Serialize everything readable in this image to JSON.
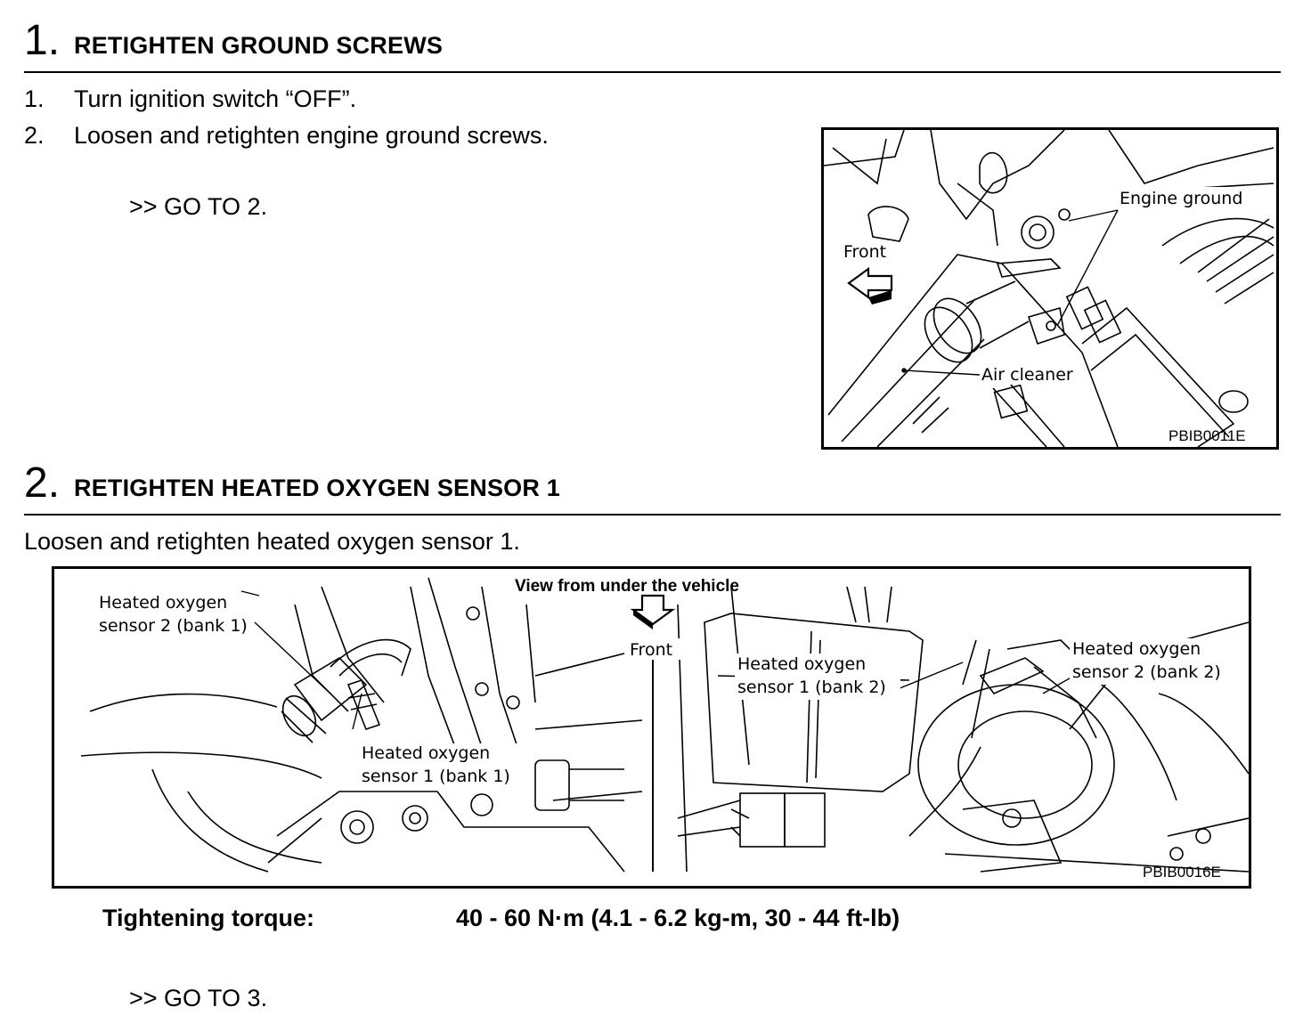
{
  "step1": {
    "number": "1.",
    "title": "RETIGHTEN GROUND SCREWS",
    "items": [
      {
        "num": "1.",
        "text": "Turn ignition switch “OFF”."
      },
      {
        "num": "2.",
        "text": "Loosen and retighten engine ground screws."
      }
    ],
    "goto": ">> GO TO 2.",
    "figure": {
      "labels": {
        "engine_ground": "Engine ground",
        "front": "Front",
        "air_cleaner": "Air cleaner"
      },
      "code": "PBIB0011E"
    }
  },
  "step2": {
    "number": "2.",
    "title": "RETIGHTEN HEATED OXYGEN SENSOR 1",
    "instruction": "Loosen and retighten heated oxygen sensor 1.",
    "figure": {
      "labels": {
        "view": "View from under the vehicle",
        "front": "Front",
        "s2b1_line1": "Heated oxygen",
        "s2b1_line2": "sensor 2 (bank 1)",
        "s1b1_line1": "Heated oxygen",
        "s1b1_line2": "sensor 1 (bank 1)",
        "s1b2_line1": "Heated oxygen",
        "s1b2_line2": "sensor 1 (bank 2)",
        "s2b2_line1": "Heated oxygen",
        "s2b2_line2": "sensor 2 (bank 2)"
      },
      "code": "PBIB0016E"
    },
    "torque_label": "Tightening torque:",
    "torque_value": "40 - 60 N·m (4.1 - 6.2 kg-m, 30 - 44 ft-lb)",
    "goto": ">> GO TO 3."
  }
}
